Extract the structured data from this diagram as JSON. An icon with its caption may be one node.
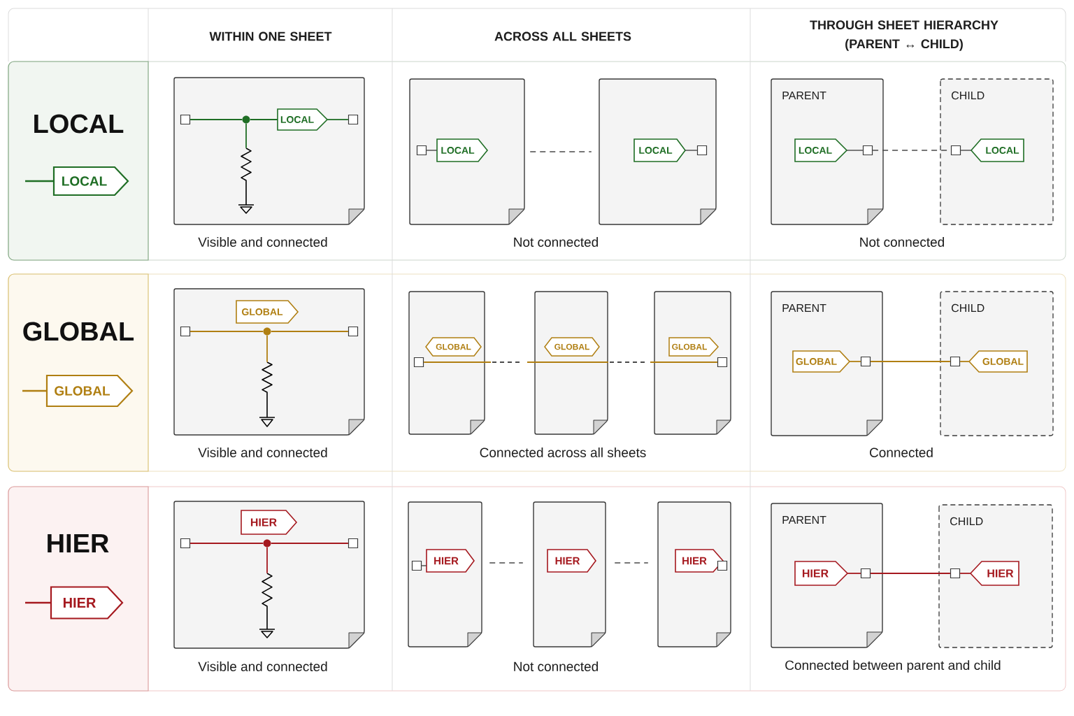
{
  "diagram": {
    "nodes": [
      {
        "text": [
          "LOCAL"
        ]
      },
      {
        "text": [
          "LOCAL"
        ],
        "in": 0
      },
      {
        "text": [],
        "shape": "sheet"
      },
      {
        "text": [],
        "shape": "box",
        "in": 2
      },
      {
        "text": [],
        "shape": "circle",
        "in": 2
      },
      {
        "text": [
          "LOCAL"
        ],
        "in": 2
      },
      {
        "text": [],
        "shape": "box",
        "in": 2
      },
      {
        "text": [],
        "shape": "resistor",
        "in": 2
      },
      {
        "text": [],
        "shape": "sheet"
      },
      {
        "text": [],
        "shape": "box",
        "in": 8
      },
      {
        "text": [
          "LOCAL"
        ],
        "in": 8
      },
      {
        "text": [],
        "shape": "sheet"
      },
      {
        "text": [
          "LOCAL"
        ],
        "in": 11
      },
      {
        "text": [],
        "shape": "box",
        "in": 11
      },
      {
        "text": [
          "PARENT"
        ]
      },
      {
        "text": [
          "LOCAL"
        ],
        "in": 14
      },
      {
        "text": [],
        "shape": "box",
        "in": 14
      },
      {
        "text": [
          "CHILD"
        ]
      },
      {
        "text": [],
        "shape": "box",
        "in": 17
      },
      {
        "text": [
          "LOCAL"
        ],
        "in": 17
      },
      {
        "text": [
          "GLOBAL"
        ]
      },
      {
        "text": [
          "GLOBAL"
        ],
        "in": 20
      },
      {
        "text": [],
        "shape": "sheet"
      },
      {
        "text": [
          "GLOBAL"
        ],
        "in": 22
      },
      {
        "text": [],
        "shape": "box",
        "in": 22
      },
      {
        "text": [],
        "shape": "circle",
        "in": 22
      },
      {
        "text": [],
        "shape": "box",
        "in": 22
      },
      {
        "text": [],
        "shape": "resistor",
        "in": 22
      },
      {
        "text": [],
        "shape": "sheet"
      },
      {
        "text": [
          "GLOBAL"
        ],
        "in": 28
      },
      {
        "text": [],
        "shape": "box",
        "in": 28
      },
      {
        "text": [],
        "shape": "sheet"
      },
      {
        "text": [
          "GLOBAL"
        ],
        "in": 31
      },
      {
        "text": [],
        "shape": "sheet"
      },
      {
        "text": [
          "GLOBAL"
        ],
        "in": 33
      },
      {
        "text": [],
        "shape": "box",
        "in": 33
      },
      {
        "text": [
          "PARENT"
        ]
      },
      {
        "text": [
          "GLOBAL"
        ],
        "in": 36
      },
      {
        "text": [],
        "shape": "box",
        "in": 36
      },
      {
        "text": [
          "CHILD"
        ]
      },
      {
        "text": [],
        "shape": "box",
        "in": 39
      },
      {
        "text": [
          "GLOBAL"
        ],
        "in": 39
      },
      {
        "text": [
          "HIER"
        ]
      },
      {
        "text": [
          "HIER"
        ],
        "in": 42
      },
      {
        "text": [],
        "shape": "sheet"
      },
      {
        "text": [
          "HIER"
        ],
        "in": 44
      },
      {
        "text": [],
        "shape": "box",
        "in": 44
      },
      {
        "text": [],
        "shape": "circle",
        "in": 44
      },
      {
        "text": [],
        "shape": "box",
        "in": 44
      },
      {
        "text": [],
        "shape": "resistor",
        "in": 44
      },
      {
        "text": [],
        "shape": "sheet"
      },
      {
        "text": [],
        "shape": "box",
        "in": 50
      },
      {
        "text": [
          "HIER"
        ],
        "in": 50
      },
      {
        "text": [],
        "shape": "sheet"
      },
      {
        "text": [
          "HIER"
        ],
        "in": 53
      },
      {
        "text": [],
        "shape": "sheet"
      },
      {
        "text": [
          "HIER"
        ],
        "in": 55
      },
      {
        "text": [],
        "shape": "box",
        "in": 55
      },
      {
        "text": [
          "PARENT"
        ]
      },
      {
        "text": [
          "HIER"
        ],
        "in": 58
      },
      {
        "text": [],
        "shape": "box",
        "in": 58
      },
      {
        "text": [
          "CHILD"
        ]
      },
      {
        "text": [],
        "shape": "box",
        "in": 61
      },
      {
        "text": [
          "HIER"
        ],
        "in": 61
      }
    ],
    "edges": [
      {
        "from": null,
        "to": 1,
        "arrow": "none",
        "color": "#1f6e25"
      },
      {
        "from": 3,
        "to": 4,
        "arrow": "none",
        "color": "#1f6e25"
      },
      {
        "from": 4,
        "to": 5,
        "arrow": "none",
        "color": "#1f6e25"
      },
      {
        "from": 5,
        "to": 6,
        "arrow": "none",
        "color": "#1f6e25"
      },
      {
        "from": 4,
        "to": 7,
        "arrow": "none",
        "color": "#1f6e25"
      },
      {
        "from": 9,
        "to": 10,
        "arrow": "none",
        "color": "#3a3a3a"
      },
      {
        "from": 8,
        "to": 11,
        "arrow": "none",
        "style": "dashed",
        "color": "#4a4a4a"
      },
      {
        "from": 12,
        "to": 13,
        "arrow": "none",
        "color": "#3a3a3a"
      },
      {
        "from": 15,
        "to": 16,
        "arrow": "none",
        "color": "#3a3a3a"
      },
      {
        "from": 16,
        "to": 18,
        "arrow": "none",
        "style": "dashed",
        "color": "#4a4a4a"
      },
      {
        "from": 18,
        "to": 19,
        "arrow": "none",
        "color": "#3a3a3a"
      },
      {
        "from": null,
        "to": 21,
        "arrow": "none",
        "color": "#b07f12"
      },
      {
        "from": 24,
        "to": 25,
        "arrow": "none",
        "color": "#b07f12"
      },
      {
        "from": 25,
        "to": 26,
        "arrow": "none",
        "color": "#b07f12"
      },
      {
        "from": 25,
        "to": 27,
        "arrow": "none",
        "color": "#b07f12"
      },
      {
        "from": 30,
        "to": 35,
        "arrow": "none",
        "style": "dashed",
        "color": "#b07f12"
      },
      {
        "from": 37,
        "to": 38,
        "arrow": "none",
        "color": "#b07f12"
      },
      {
        "from": 38,
        "to": 40,
        "arrow": "none",
        "color": "#b07f12"
      },
      {
        "from": 40,
        "to": 41,
        "arrow": "none",
        "color": "#b07f12"
      },
      {
        "from": null,
        "to": 43,
        "arrow": "none",
        "color": "#a5191f"
      },
      {
        "from": 46,
        "to": 47,
        "arrow": "none",
        "color": "#a5191f"
      },
      {
        "from": 47,
        "to": 48,
        "arrow": "none",
        "color": "#a5191f"
      },
      {
        "from": 47,
        "to": 49,
        "arrow": "none",
        "color": "#a5191f"
      },
      {
        "from": 51,
        "to": 52,
        "arrow": "none",
        "color": "#3a3a3a"
      },
      {
        "from": 50,
        "to": 53,
        "arrow": "none",
        "style": "dashed",
        "color": "#4a4a4a"
      },
      {
        "from": 53,
        "to": 55,
        "arrow": "none",
        "style": "dashed",
        "color": "#4a4a4a"
      },
      {
        "from": 59,
        "to": 60,
        "arrow": "none",
        "color": "#a5191f"
      },
      {
        "from": 60,
        "to": 62,
        "arrow": "none",
        "color": "#a5191f"
      },
      {
        "from": 62,
        "to": 63,
        "arrow": "none",
        "color": "#a5191f"
      }
    ],
    "labels": [
      "WITHIN ONE SHEET",
      "ACROSS ALL SHEETS",
      "THROUGH SHEET HIERARCHY (PARENT ↔ CHILD)",
      "Visible and connected",
      "Not connected",
      "Not connected",
      "Visible and connected",
      "Connected across all sheets",
      "Connected",
      "Visible and connected",
      "Not connected",
      "Connected between parent and child"
    ]
  }
}
